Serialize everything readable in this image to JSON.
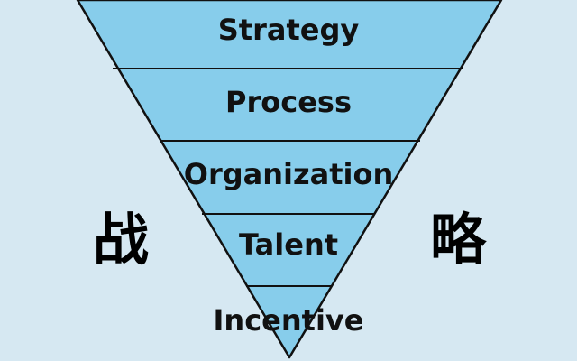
{
  "diagram": {
    "layers": [
      {
        "label": "Strategy"
      },
      {
        "label": "Process"
      },
      {
        "label": "Organization"
      },
      {
        "label": "Talent"
      },
      {
        "label": "Incentive"
      }
    ],
    "side_left": "战",
    "side_right": "略"
  },
  "colors": {
    "background": "#d6e8f2",
    "funnel_fill": "#87cdeb",
    "outline": "#111111",
    "text": "#111111"
  }
}
